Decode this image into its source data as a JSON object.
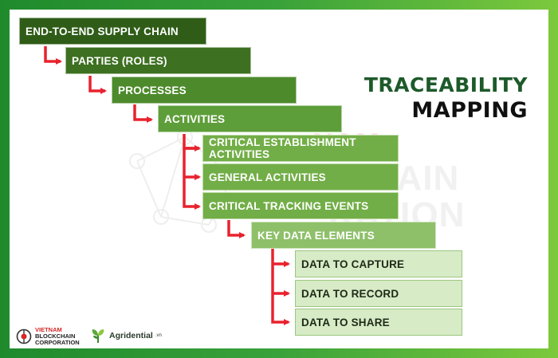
{
  "title": {
    "line1": "TRACEABILITY",
    "line2": "MAPPING"
  },
  "steps": [
    "END-TO-END SUPPLY CHAIN",
    "PARTIES (ROLES)",
    "PROCESSES",
    "ACTIVITIES",
    "CRITICAL ESTABLISHMENT ACTIVITIES",
    "GENERAL ACTIVITIES",
    "CRITICAL TRACKING EVENTS",
    "KEY DATA ELEMENTS",
    "DATA TO CAPTURE",
    "DATA TO RECORD",
    "DATA TO SHARE"
  ],
  "logos": {
    "vbc": {
      "line1": "VIETNAM",
      "line2": "BLOCKCHAIN",
      "line3": "CORPORATION"
    },
    "agri": {
      "name": "Agridential",
      "suffix": ".vn"
    }
  },
  "colors": {
    "frame": "#3aa23a",
    "arrow": "#e8222e",
    "title_green": "#1d5a2a"
  }
}
